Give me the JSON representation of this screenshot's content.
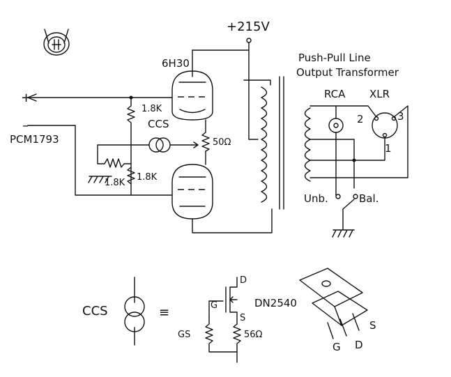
{
  "labels": {
    "supply": "+215V",
    "tube": "6H30",
    "transformer_line1": "Push-Pull Line",
    "transformer_line2": "Output Transformer",
    "rca": "RCA",
    "xlr": "XLR",
    "xlr_pin1": "1",
    "xlr_pin2": "2",
    "xlr_pin3": "3",
    "plus": "+",
    "minus": "–",
    "dac": "PCM1793",
    "r_top": "1.8K",
    "r_bottom": "1.8K",
    "r_left": "1.8K",
    "ccs": "CCS",
    "r_50": "50Ω",
    "unb": "Unb.",
    "bal": "Bal.",
    "legend_ccs": "CCS",
    "equiv": "≡",
    "pin_d": "D",
    "pin_g": "G",
    "pin_s": "S",
    "gs": "GS",
    "r_56": "56Ω",
    "part": "DN2540",
    "pkg_g": "G",
    "pkg_d": "D",
    "pkg_s": "S"
  },
  "icons": {
    "logo": "cat-head-logo-icon",
    "ground": "ground-icon",
    "current_source": "current-source-icon",
    "transistor_package": "to220-package-icon"
  }
}
